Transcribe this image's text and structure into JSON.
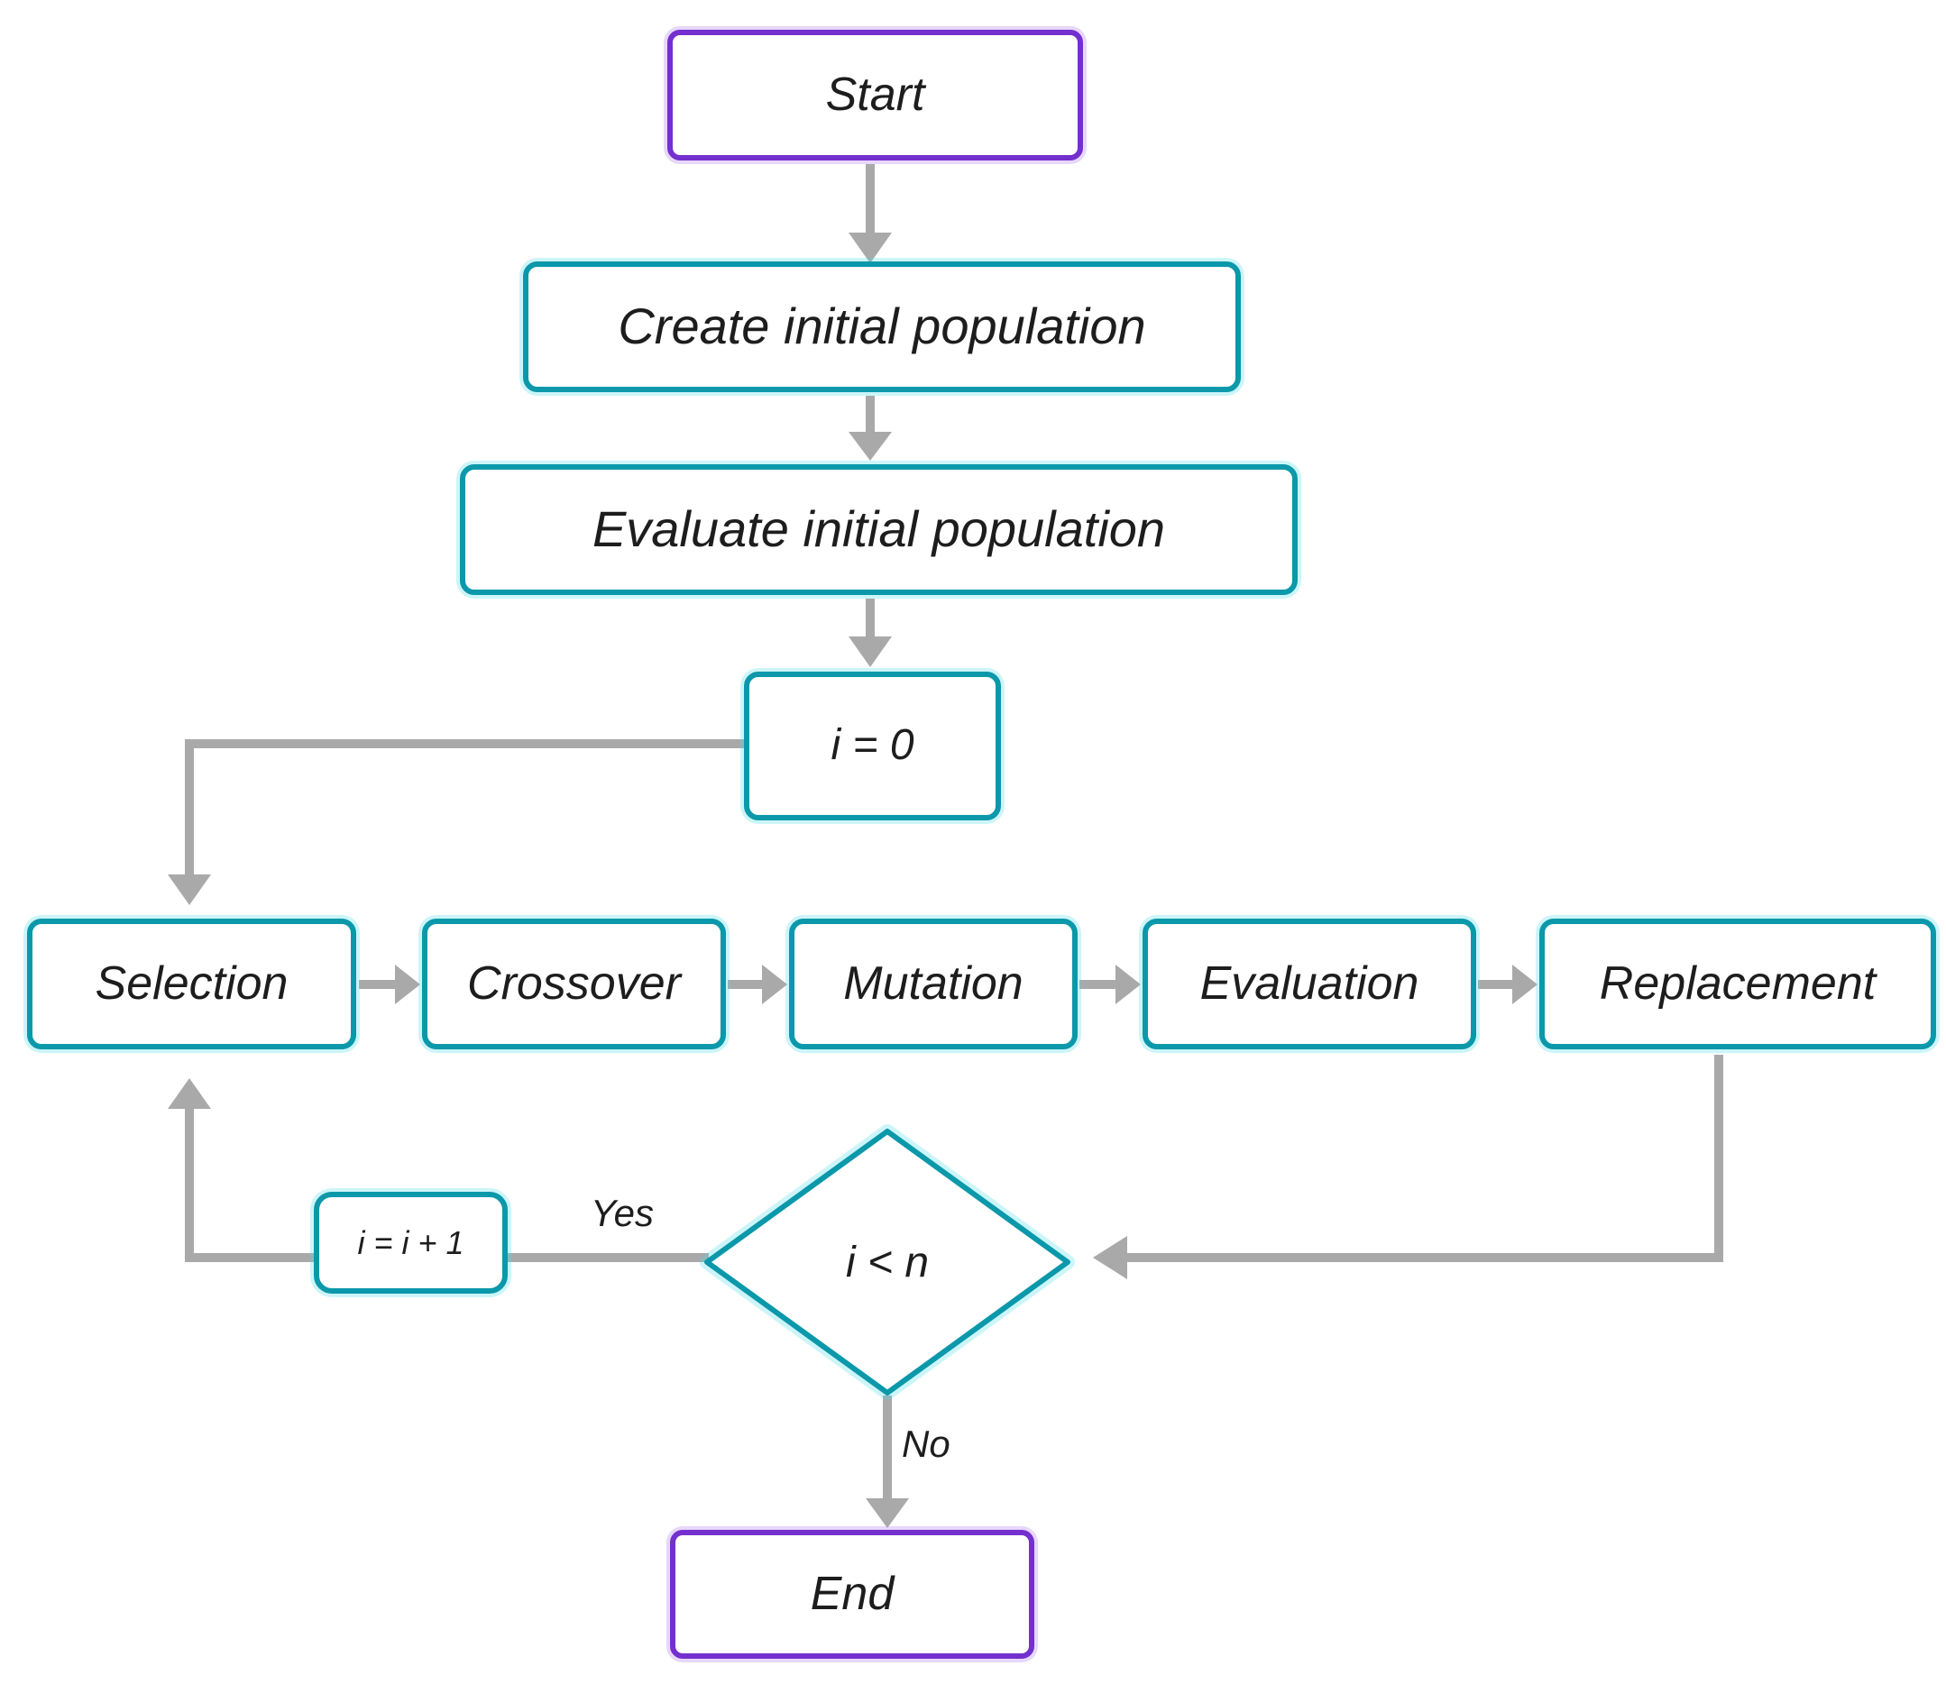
{
  "diagram": {
    "type": "flowchart",
    "subject": "Genetic algorithm loop",
    "nodes": {
      "start": {
        "label": "Start",
        "shape": "rounded-rect",
        "border_color": "#7430ce"
      },
      "create": {
        "label": "Create initial population",
        "shape": "rounded-rect",
        "border_color": "#0b98aa"
      },
      "evaluate": {
        "label": "Evaluate initial population",
        "shape": "rounded-rect",
        "border_color": "#0b98aa"
      },
      "init": {
        "label": "i = 0",
        "shape": "rounded-rect",
        "border_color": "#0b98aa"
      },
      "selection": {
        "label": "Selection",
        "shape": "rounded-rect",
        "border_color": "#0b98aa"
      },
      "crossover": {
        "label": "Crossover",
        "shape": "rounded-rect",
        "border_color": "#0b98aa"
      },
      "mutation": {
        "label": "Mutation",
        "shape": "rounded-rect",
        "border_color": "#0b98aa"
      },
      "evaluation": {
        "label": "Evaluation",
        "shape": "rounded-rect",
        "border_color": "#0b98aa"
      },
      "replacement": {
        "label": "Replacement",
        "shape": "rounded-rect",
        "border_color": "#0b98aa"
      },
      "increment": {
        "label": "i = i + 1",
        "shape": "rounded-rect",
        "border_color": "#0b98aa"
      },
      "decision": {
        "label": "i < n",
        "shape": "diamond",
        "border_color": "#0b98aa"
      },
      "end": {
        "label": "End",
        "shape": "rounded-rect",
        "border_color": "#7430ce"
      }
    },
    "edge_labels": {
      "yes": "Yes",
      "no": "No"
    },
    "edges": [
      {
        "from": "start",
        "to": "create"
      },
      {
        "from": "create",
        "to": "evaluate"
      },
      {
        "from": "evaluate",
        "to": "init"
      },
      {
        "from": "init",
        "to": "selection"
      },
      {
        "from": "selection",
        "to": "crossover"
      },
      {
        "from": "crossover",
        "to": "mutation"
      },
      {
        "from": "mutation",
        "to": "evaluation"
      },
      {
        "from": "evaluation",
        "to": "replacement"
      },
      {
        "from": "replacement",
        "to": "decision"
      },
      {
        "from": "decision",
        "to": "increment",
        "label": "Yes"
      },
      {
        "from": "increment",
        "to": "selection"
      },
      {
        "from": "decision",
        "to": "end",
        "label": "No"
      }
    ],
    "colors": {
      "process_border": "#0b98aa",
      "terminal_border": "#7430ce",
      "connector_gray": "#a9a9a9",
      "text": "#1d1d1d",
      "background": "#ffffff"
    }
  }
}
